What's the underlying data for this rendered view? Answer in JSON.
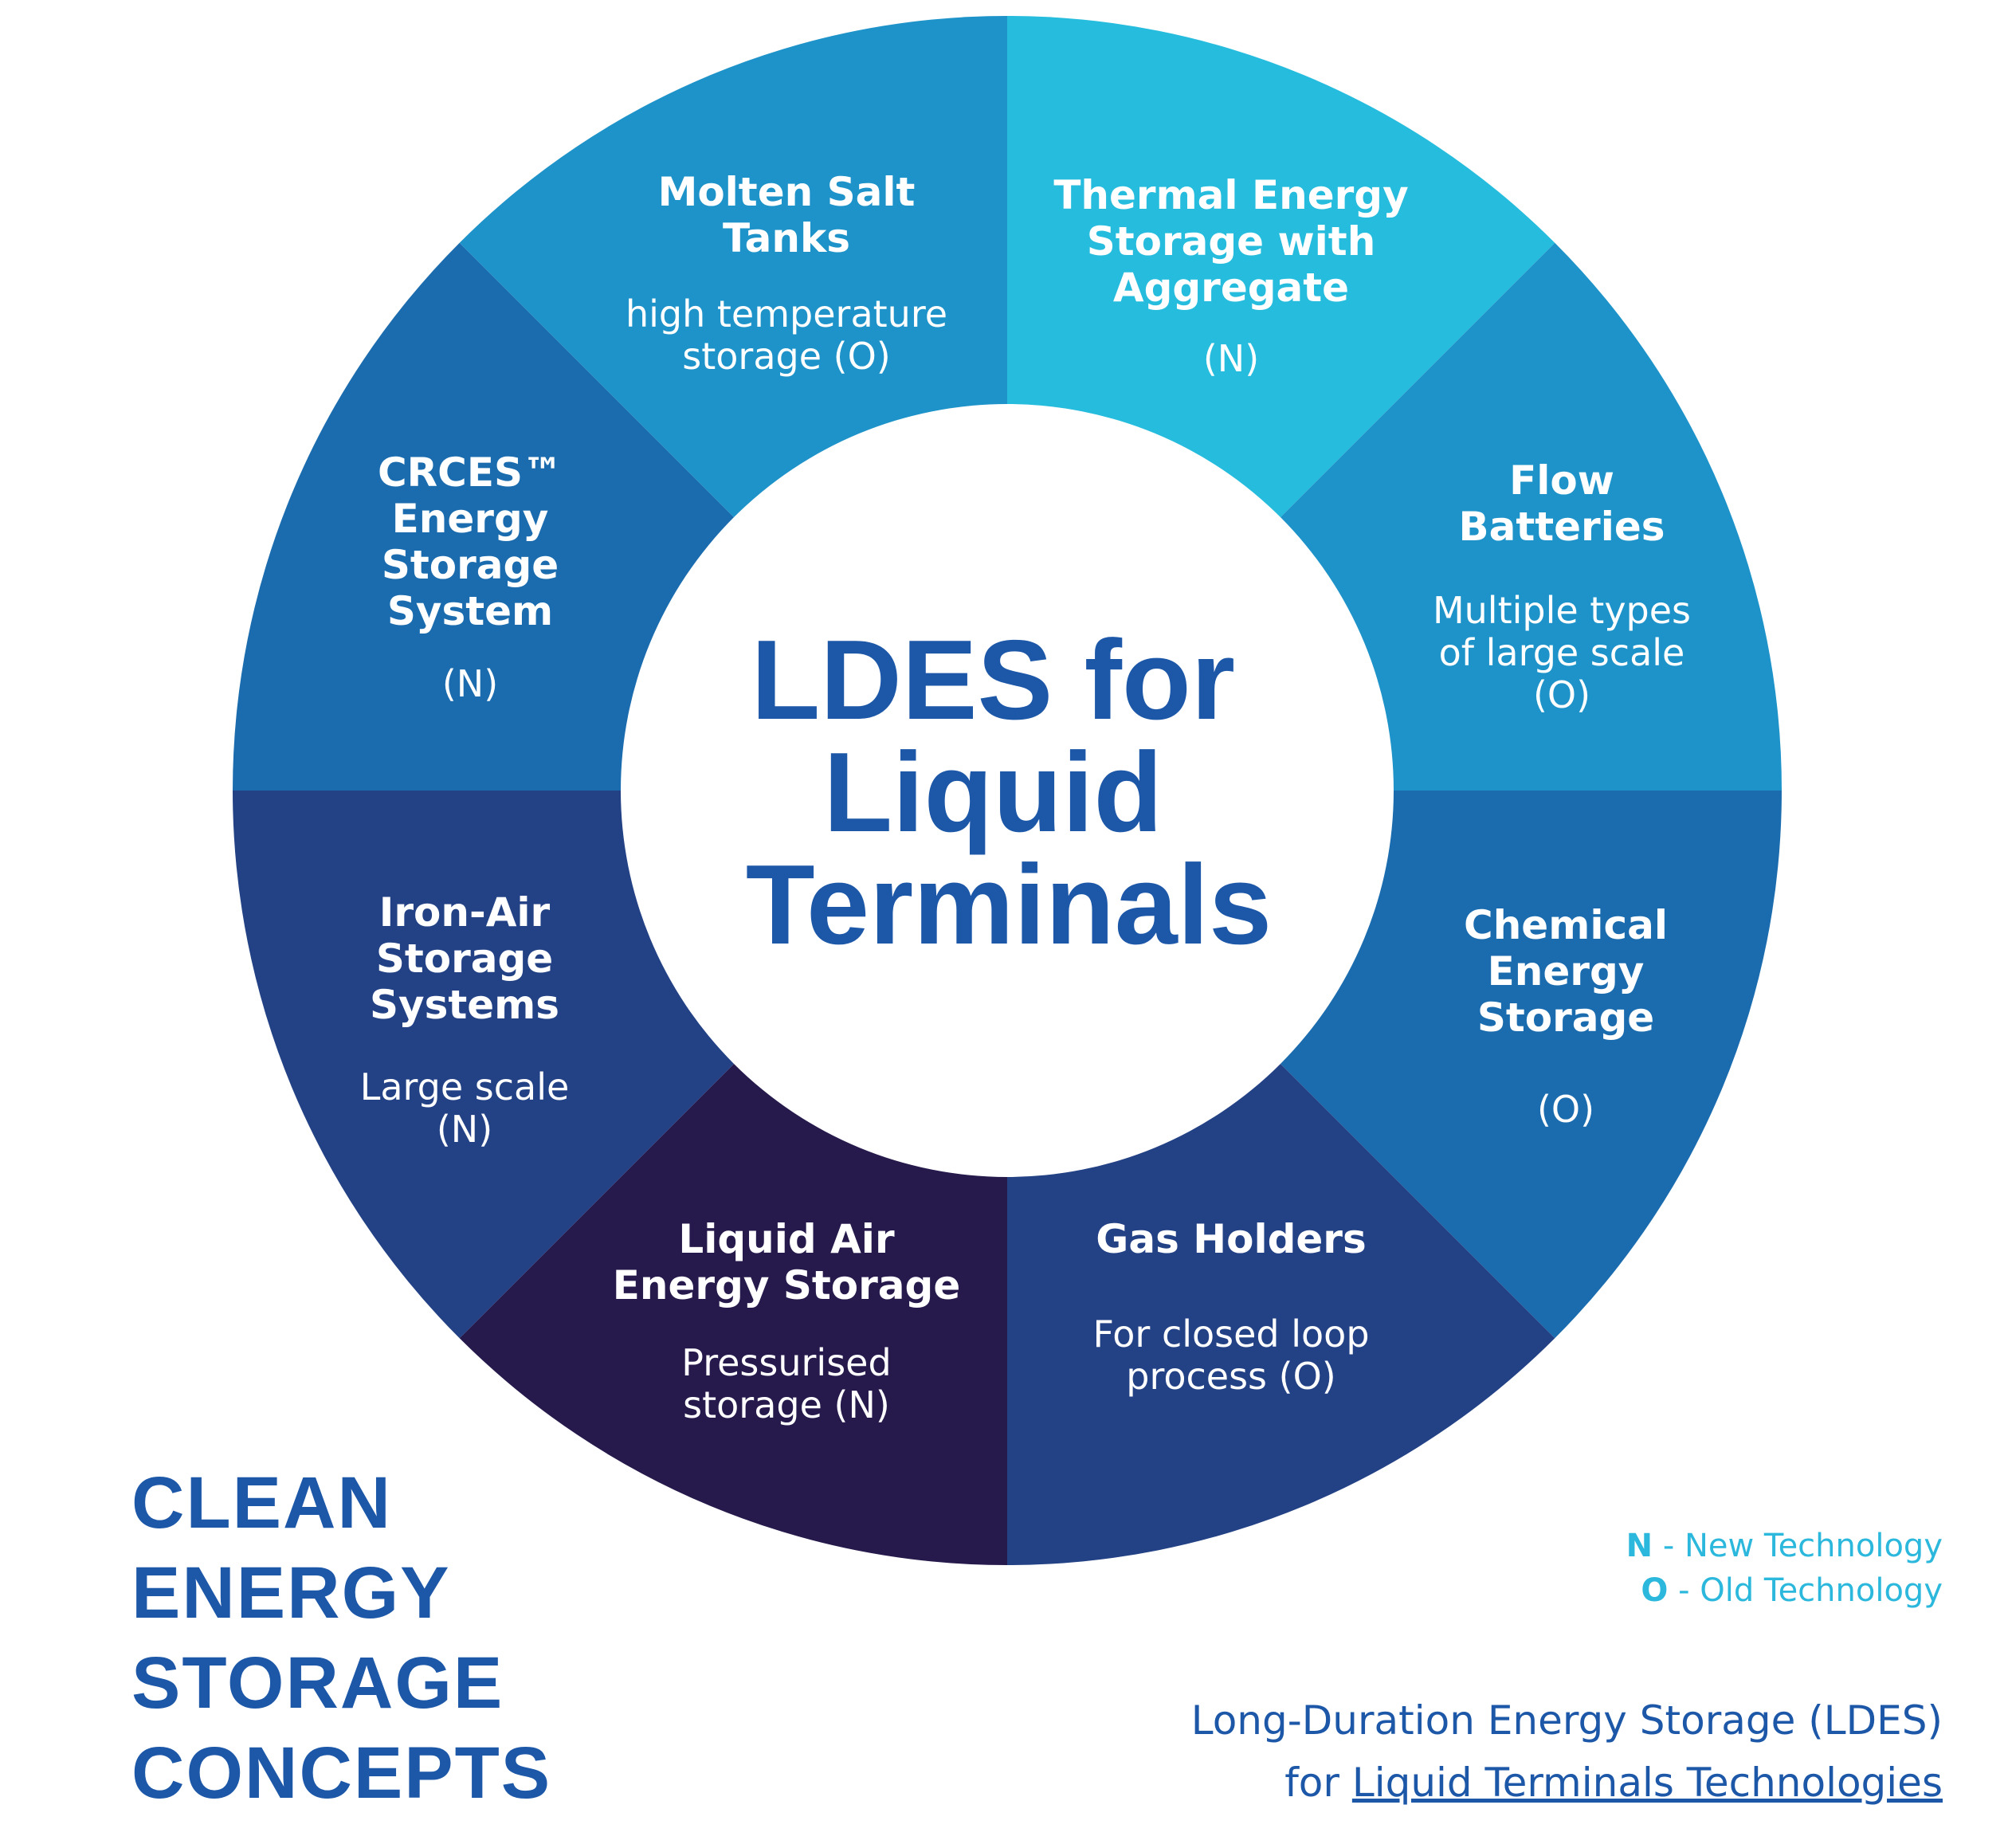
{
  "center": {
    "lines": [
      "LDES for",
      "Liquid",
      "Terminals"
    ]
  },
  "segments": [
    {
      "title": [
        "Thermal Energy",
        "Storage with",
        "Aggregate"
      ],
      "sub": [
        "(N)"
      ],
      "color": "#25bcdd"
    },
    {
      "title": [
        "Flow",
        "Batteries"
      ],
      "sub": [
        "Multiple types",
        "of large scale",
        "(O)"
      ],
      "color": "#1d93c9"
    },
    {
      "title": [
        "Chemical",
        "Energy",
        "Storage"
      ],
      "sub": [
        "(O)"
      ],
      "color": "#1b6cae"
    },
    {
      "title": [
        "Gas Holders"
      ],
      "sub": [
        "For closed loop",
        "process (O)"
      ],
      "color": "#234185"
    },
    {
      "title": [
        "Liquid Air",
        "Energy Storage"
      ],
      "sub": [
        "Pressurised",
        "storage (N)"
      ],
      "color": "#26194b"
    },
    {
      "title": [
        "Iron-Air",
        "Storage",
        "Systems"
      ],
      "sub": [
        "Large scale",
        "(N)"
      ],
      "color": "#234185"
    },
    {
      "title": [
        "CRCES™",
        "Energy",
        "Storage",
        "System"
      ],
      "sub": [
        "(N)"
      ],
      "color": "#1b6cae"
    },
    {
      "title": [
        "Molten Salt",
        "Tanks"
      ],
      "sub": [
        "high temperature",
        "storage (O)"
      ],
      "color": "#1d93c9"
    }
  ],
  "main_title": [
    "CLEAN",
    "ENERGY",
    "STORAGE",
    "CONCEPTS"
  ],
  "legend": [
    {
      "key": "N",
      "text": " - New Technology"
    },
    {
      "key": "O",
      "text": " - Old Technology"
    }
  ],
  "subtitle": {
    "line1": "Long-Duration Energy Storage (LDES)",
    "line2_prefix": "for ",
    "line2_link": "Liquid Terminals Technologies "
  },
  "colors": {
    "accent": "#1c57a8",
    "legend": "#2bb8dc",
    "background": "#ffffff"
  }
}
